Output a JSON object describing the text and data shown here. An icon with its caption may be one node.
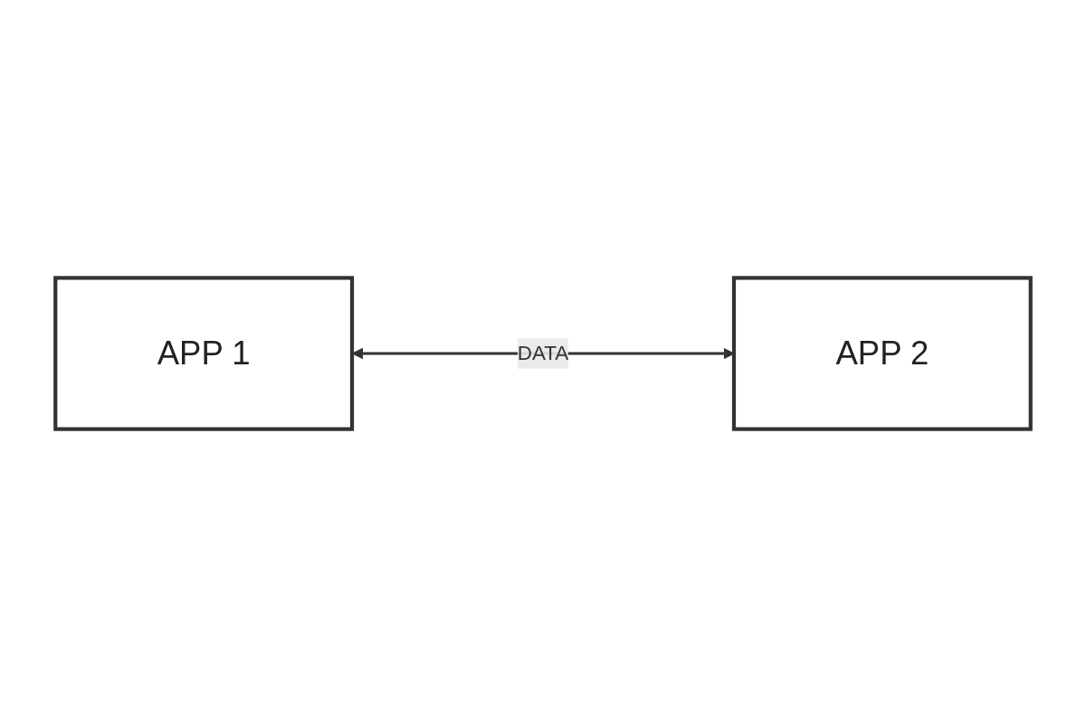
{
  "diagram": {
    "nodes": [
      {
        "text": [
          "APP 1"
        ]
      },
      {
        "text": [
          "APP 2"
        ]
      }
    ],
    "edges": [
      {
        "from": 0,
        "to": 1,
        "arrow": "both",
        "label": "DATA"
      }
    ]
  }
}
